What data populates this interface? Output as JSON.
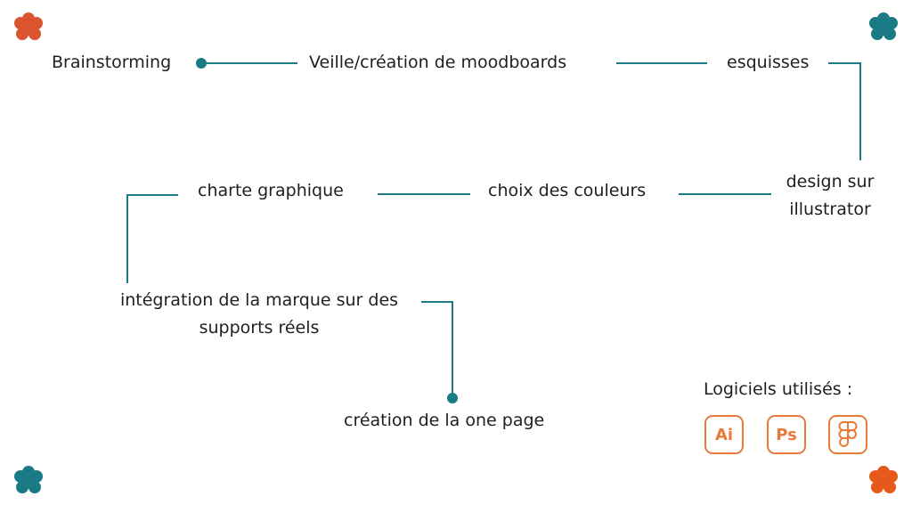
{
  "colors": {
    "line": "#1a7a86",
    "flower_orange": "#d9542f",
    "flower_teal": "#1a7a86",
    "icon_orange": "#e87a3a"
  },
  "steps": {
    "brainstorming": "Brainstorming",
    "veille": "Veille/création de moodboards",
    "esquisses": "esquisses",
    "design": "design sur illustrator",
    "couleurs": "choix des couleurs",
    "charte": "charte graphique",
    "integration": "intégration de la marque sur des supports réels",
    "onepage": "création de la one page"
  },
  "software": {
    "title": "Logiciels utilisés :",
    "items": [
      {
        "label": "Ai",
        "icon": "illustrator-icon"
      },
      {
        "label": "Ps",
        "icon": "photoshop-icon"
      },
      {
        "label": "",
        "icon": "figma-icon"
      }
    ]
  }
}
